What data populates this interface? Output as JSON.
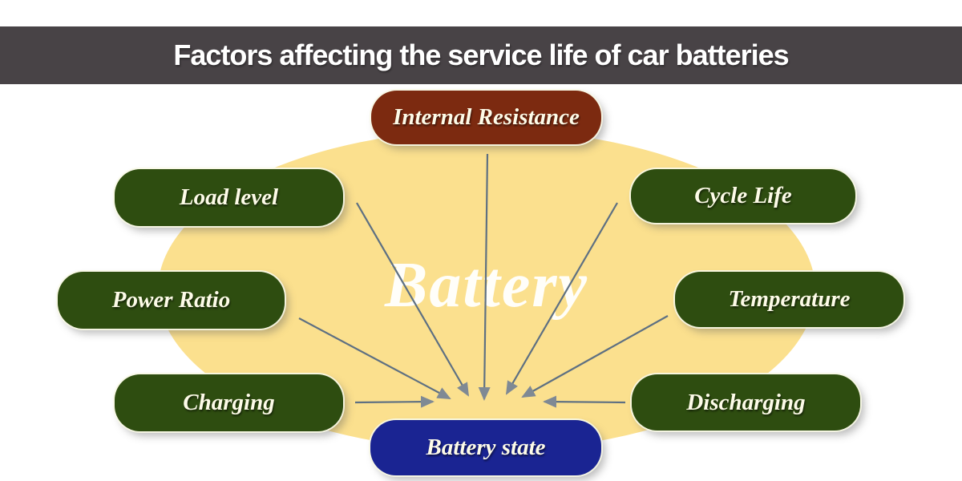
{
  "header": {
    "title": "Factors affecting the service life of car batteries",
    "bg_color": "#484346",
    "text_color": "#ffffff"
  },
  "diagram": {
    "center_label": "Battery",
    "ellipse_color": "#fbe08e",
    "arrow_color": "#5e7082",
    "arrowhead_color": "#7f8994",
    "factor_color_green": "#2e4d10",
    "factors": [
      {
        "id": "internal-resistance",
        "label": "Internal Resistance",
        "color": "#7c2a10"
      },
      {
        "id": "load-level",
        "label": "Load level",
        "color": "#2e4d10"
      },
      {
        "id": "cycle-life",
        "label": "Cycle Life",
        "color": "#2e4d10"
      },
      {
        "id": "power-ratio",
        "label": "Power Ratio",
        "color": "#2e4d10"
      },
      {
        "id": "temperature",
        "label": "Temperature",
        "color": "#2e4d10"
      },
      {
        "id": "charging",
        "label": "Charging",
        "color": "#2e4d10"
      },
      {
        "id": "discharging",
        "label": "Discharging",
        "color": "#2e4d10"
      }
    ],
    "result": {
      "id": "battery-state",
      "label": "Battery state",
      "color": "#1a2492"
    }
  }
}
